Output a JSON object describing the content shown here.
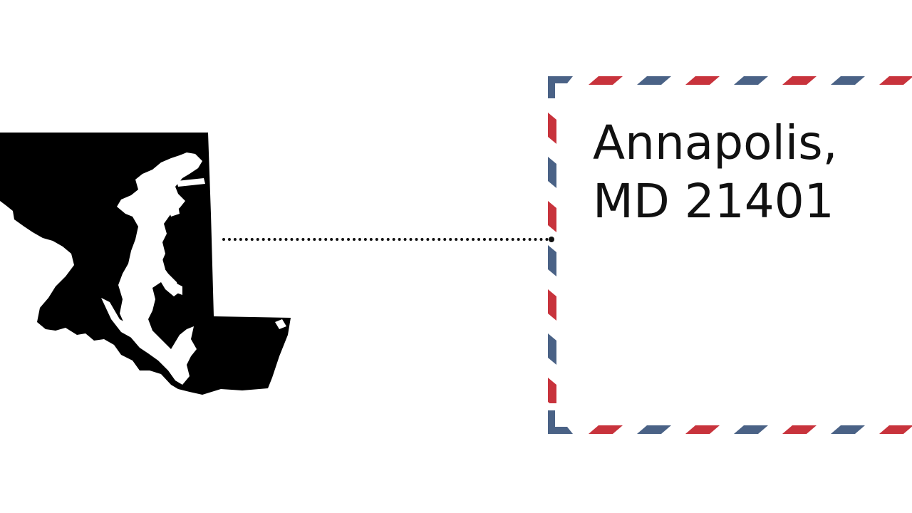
{
  "address": {
    "line1": "Annapolis,",
    "line2": "MD 21401"
  },
  "icons": {
    "map": "maryland-silhouette-icon",
    "envelope": "airmail-envelope-frame"
  },
  "colors": {
    "background": "#ffffff",
    "map_fill": "#000000",
    "text": "#111111",
    "airmail_red": "#c8333c",
    "airmail_blue": "#4a6286"
  }
}
